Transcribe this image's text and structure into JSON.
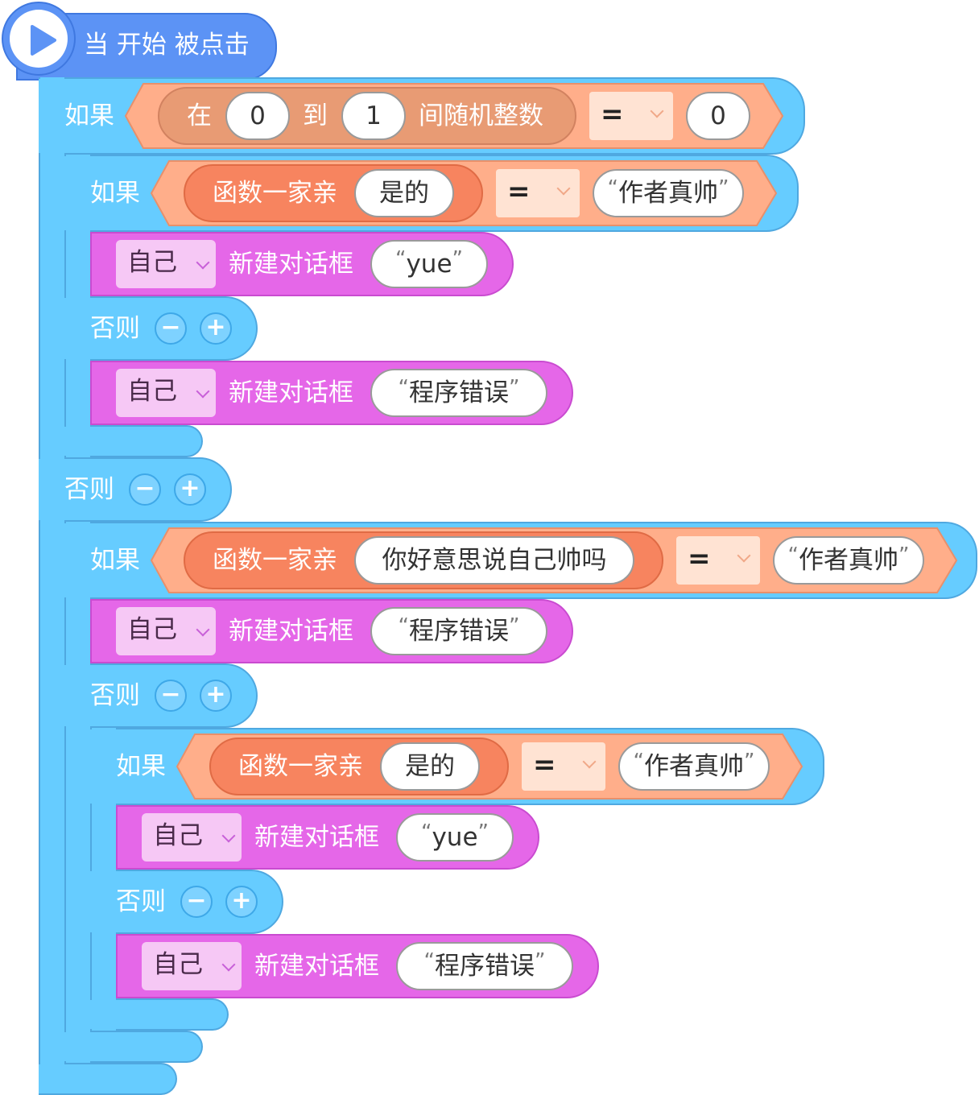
{
  "hat": {
    "label": "当 开始 被点击"
  },
  "blocks": {
    "if_outer": {
      "label": "如果",
      "else_label": "否则"
    },
    "random_cond": {
      "prefix": "在",
      "from": "0",
      "mid": "到",
      "to": "1",
      "suffix": "间随机整数",
      "op": "=",
      "compare": "0"
    },
    "if_1": {
      "label": "如果",
      "var": "函数一家亲",
      "var_value": "是的",
      "op": "=",
      "compare": "作者真帅",
      "then": {
        "target": "自己",
        "action": "新建对话框",
        "text": "yue"
      },
      "else_label": "否则",
      "else": {
        "target": "自己",
        "action": "新建对话框",
        "text": "程序错误"
      }
    },
    "if_2": {
      "label": "如果",
      "var": "函数一家亲",
      "var_value": "你好意思说自己帅吗",
      "op": "=",
      "compare": "作者真帅",
      "then": {
        "target": "自己",
        "action": "新建对话框",
        "text": "程序错误"
      },
      "else_label": "否则"
    },
    "if_3": {
      "label": "如果",
      "var": "函数一家亲",
      "var_value": "是的",
      "op": "=",
      "compare": "作者真帅",
      "then": {
        "target": "自己",
        "action": "新建对话框",
        "text": "yue"
      },
      "else_label": "否则",
      "else": {
        "target": "自己",
        "action": "新建对话框",
        "text": "程序错误"
      }
    }
  },
  "buttons": {
    "minus": "−",
    "plus": "+"
  },
  "icons": {
    "play": "play-icon",
    "chevron": "chevron-down-icon"
  },
  "colors": {
    "hat": "#5c93f5",
    "control": "#66ccff",
    "condition": "#ffae8a",
    "variable": "#f7845f",
    "action": "#e567e8",
    "dropdown": "#f6c8f5"
  }
}
